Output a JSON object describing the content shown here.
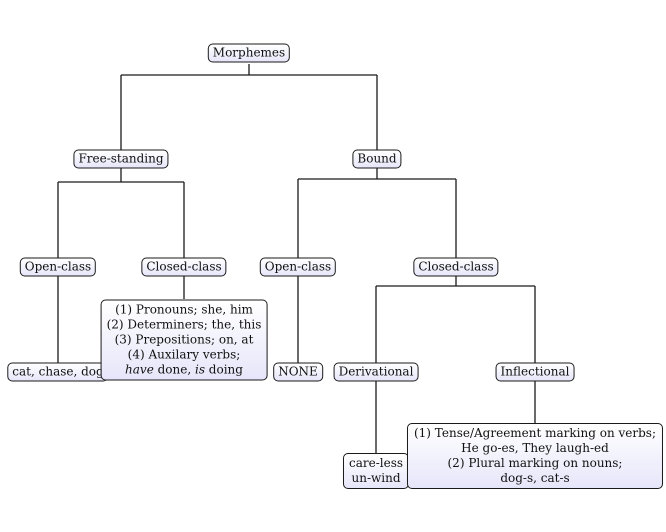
{
  "nodes": {
    "morphemes": "Morphemes",
    "free_standing": "Free-standing",
    "bound": "Bound",
    "free_open_class": "Open-class",
    "free_closed_class": "Closed-class",
    "bound_open_class": "Open-class",
    "bound_closed_class": "Closed-class",
    "open_examples": "cat, chase, dog",
    "closed_examples": {
      "line1": "(1) Pronouns; she, him",
      "line2": "(2) Determiners; the, this",
      "line3": "(3) Prepositions; on, at",
      "line4": "(4) Auxilary verbs;",
      "line5_have": "have",
      "line5_done": " done, ",
      "line5_is": "is",
      "line5_doing": " doing"
    },
    "none": "NONE",
    "derivational": "Derivational",
    "inflectional": "Inflectional",
    "derivational_examples": {
      "line1": "care-less",
      "line2": "un-wind"
    },
    "inflectional_examples": {
      "line1": "(1) Tense/Agreement marking on verbs;",
      "line2": "He go-es, They laugh-ed",
      "line3": "(2) Plural marking on nouns;",
      "line4": "dog-s, cat-s"
    }
  }
}
